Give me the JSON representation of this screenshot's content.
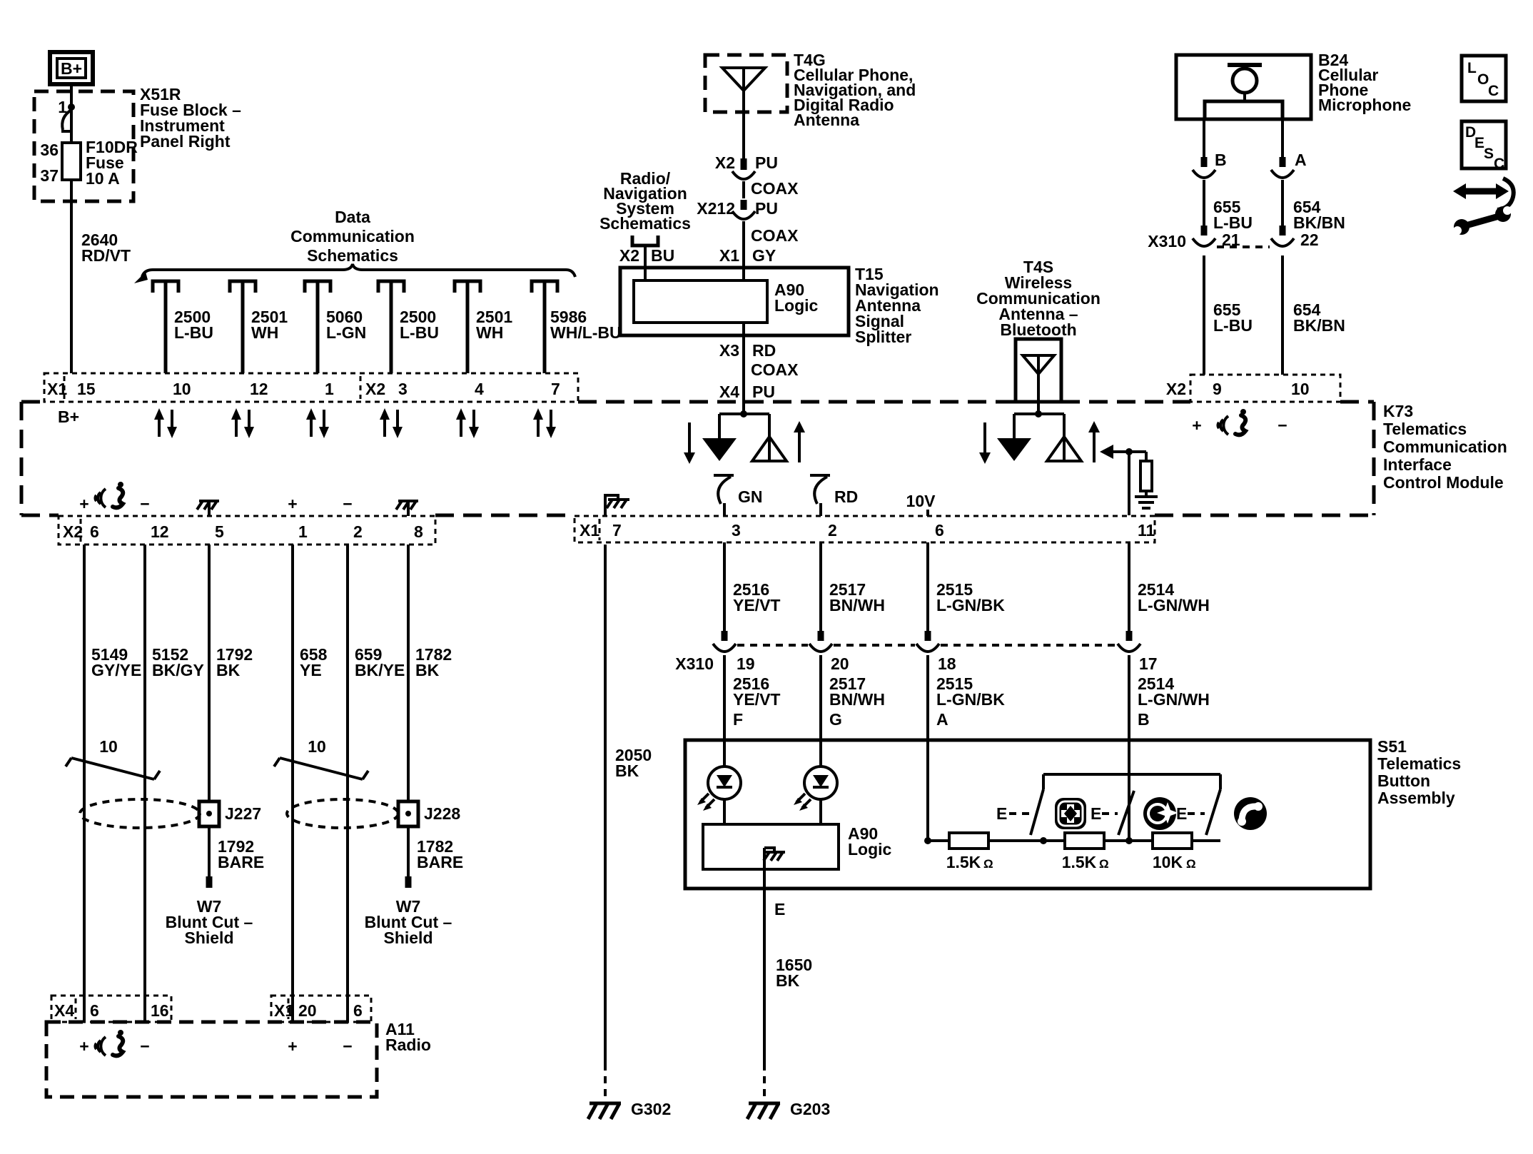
{
  "battery": {
    "label": "B+"
  },
  "fuse_block": {
    "id": "X51R",
    "n1": "Fuse Block –",
    "n2": "Instrument",
    "n3": "Panel Right",
    "pin_in": "1",
    "pin_a": "36",
    "pin_b": "37",
    "fuse_id": "F10DR",
    "fuse_word": "Fuse",
    "fuse_rating": "10 A"
  },
  "wire_2640": {
    "num": "2640",
    "color": "RD/VT"
  },
  "data_comm": {
    "l1": "Data",
    "l2": "Communication",
    "l3": "Schematics"
  },
  "stubs": [
    {
      "num": "2500",
      "color": "L-BU"
    },
    {
      "num": "2501",
      "color": "WH"
    },
    {
      "num": "5060",
      "color": "L-GN"
    },
    {
      "num": "2500",
      "color": "L-BU"
    },
    {
      "num": "2501",
      "color": "WH"
    },
    {
      "num": "5986",
      "color": "WH/L-BU"
    }
  ],
  "k73": {
    "id": "K73",
    "n1": "Telematics",
    "n2": "Communication",
    "n3": "Interface",
    "n4": "Control Module",
    "top_x1": {
      "label": "X1",
      "p15": "15",
      "p10": "10",
      "p12": "12",
      "p1": "1",
      "bplus": "B+"
    },
    "top_x2": {
      "label": "X2",
      "p3": "3",
      "p4": "4",
      "p7": "7"
    },
    "right_x2": {
      "label": "X2",
      "p9": "9",
      "p10": "10",
      "plus": "+",
      "minus": "−"
    },
    "bot_x2": {
      "label": "X2",
      "p6": "6",
      "p12": "12",
      "p5": "5",
      "p1": "1",
      "p2": "2",
      "p8": "8",
      "plus1": "+",
      "minus1": "−",
      "plus2": "+",
      "minus2": "−"
    },
    "bot_x1": {
      "label": "X1",
      "p7": "7",
      "p3": "3",
      "p2": "2",
      "p6": "6",
      "p11": "11",
      "gn": "GN",
      "rd": "RD",
      "v": "10V"
    }
  },
  "t4g": {
    "id": "T4G",
    "n1": "Cellular Phone,",
    "n2": "Navigation, and",
    "n3": "Digital Radio",
    "n4": "Antenna",
    "x2": "X2",
    "pu1": "PU",
    "coax1": "COAX",
    "x212": "X212",
    "pu2": "PU",
    "coax2": "COAX",
    "x1": "X1",
    "gy": "GY"
  },
  "radio_nav": {
    "l1": "Radio/",
    "l2": "Navigation",
    "l3": "System",
    "l4": "Schematics",
    "x2": "X2",
    "bu": "BU"
  },
  "t15": {
    "id": "T15",
    "n1": "Navigation",
    "n2": "Antenna",
    "n3": "Signal",
    "n4": "Splitter",
    "logic1": "A90",
    "logic2": "Logic",
    "x3": "X3",
    "rd": "RD",
    "coax": "COAX",
    "x4": "X4",
    "pu": "PU"
  },
  "t4s": {
    "id": "T4S",
    "n1": "Wireless",
    "n2": "Communication",
    "n3": "Antenna –",
    "n4": "Bluetooth"
  },
  "b24": {
    "id": "B24",
    "n1": "Cellular",
    "n2": "Phone",
    "n3": "Microphone",
    "pin_b": "B",
    "pin_a": "A"
  },
  "mic_wires": {
    "w655n": "655",
    "w655c": "L-BU",
    "w654n": "654",
    "w654c": "BK/BN"
  },
  "x310_up": {
    "label": "X310",
    "p21": "21",
    "p22": "22"
  },
  "x310_mid": {
    "label": "X310",
    "p19": "19",
    "p20": "20",
    "p18": "18",
    "p17": "17"
  },
  "btn_wires": {
    "w2516n": "2516",
    "w2516c": "YE/VT",
    "w2517n": "2517",
    "w2517c": "BN/WH",
    "w2515n": "2515",
    "w2515c": "L-GN/BK",
    "w2514n": "2514",
    "w2514c": "L-GN/WH",
    "pf": "F",
    "pg": "G",
    "pa": "A",
    "pb": "B"
  },
  "audio_wires": {
    "w5149n": "5149",
    "w5149c": "GY/YE",
    "w5152n": "5152",
    "w5152c": "BK/GY",
    "w1792n": "1792",
    "w1792c": "BK",
    "w658n": "658",
    "w658c": "YE",
    "w659n": "659",
    "w659c": "BK/YE",
    "w1782n": "1782",
    "w1782c": "BK",
    "twist1": "10",
    "twist2": "10"
  },
  "splices": {
    "j227": "J227",
    "j228": "J228",
    "bare1n": "1792",
    "bare1c": "BARE",
    "bare2n": "1782",
    "bare2c": "BARE"
  },
  "w7a": {
    "id": "W7",
    "l1": "Blunt Cut –",
    "l2": "Shield"
  },
  "w7b": {
    "id": "W7",
    "l1": "Blunt Cut –",
    "l2": "Shield"
  },
  "a11": {
    "id": "A11",
    "name": "Radio",
    "x4": "X4",
    "p6": "6",
    "p16": "16",
    "x1": "X1",
    "p20": "20",
    "p6b": "6",
    "plus1": "+",
    "minus1": "−",
    "plus2": "+",
    "minus2": "−"
  },
  "s51": {
    "id": "S51",
    "n1": "Telematics",
    "n2": "Button",
    "n3": "Assembly",
    "logic1": "A90",
    "logic2": "Logic",
    "pe": "E",
    "sw1": "E",
    "sw2": "E",
    "sw3": "E",
    "r1": "1.5K",
    "r2": "1.5K",
    "r3": "10K",
    "ohm": "Ω"
  },
  "grounds": {
    "g302": "G302",
    "g203": "G203",
    "w2050n": "2050",
    "w2050c": "BK",
    "w1650n": "1650",
    "w1650c": "BK"
  },
  "legend": {
    "loc": [
      "L",
      "O",
      "C"
    ],
    "desc": [
      "D",
      "E",
      "S",
      "C"
    ]
  }
}
